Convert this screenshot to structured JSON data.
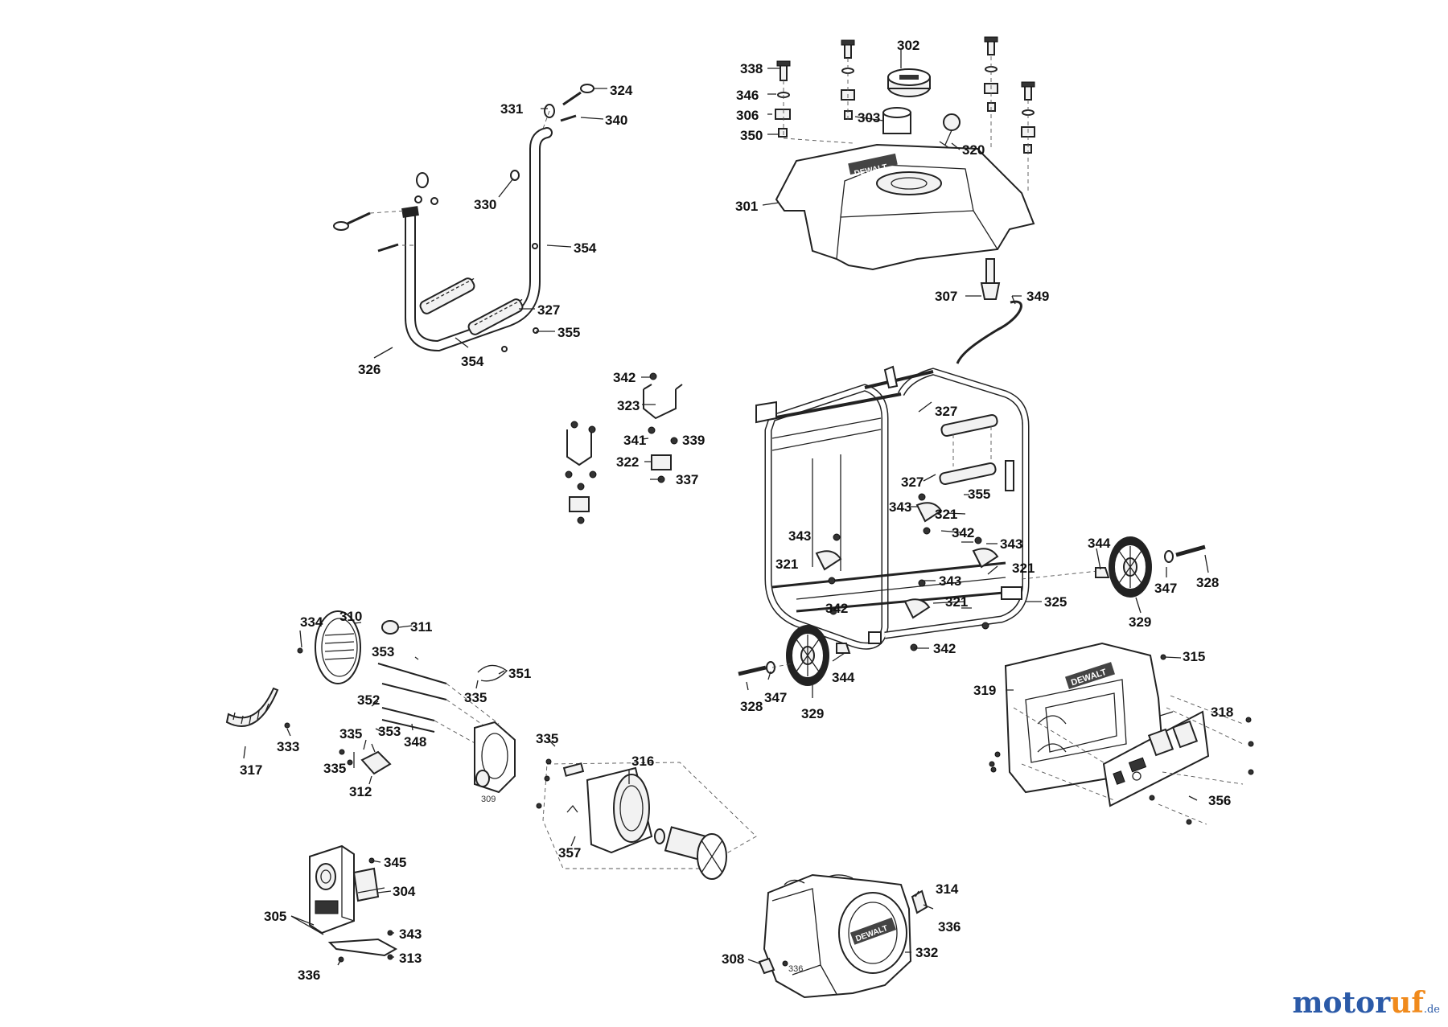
{
  "brand": {
    "name_a": "motor",
    "name_b": "uf",
    "name_c": ".de"
  },
  "logo_text": "DEWALT",
  "small_labels": {
    "s309": "309",
    "s336b": "336"
  },
  "callouts": [
    {
      "id": "338",
      "text": "338"
    },
    {
      "id": "302",
      "text": "302"
    },
    {
      "id": "346",
      "text": "346"
    },
    {
      "id": "306",
      "text": "306"
    },
    {
      "id": "303",
      "text": "303"
    },
    {
      "id": "350",
      "text": "350"
    },
    {
      "id": "320",
      "text": "320"
    },
    {
      "id": "301",
      "text": "301"
    },
    {
      "id": "307",
      "text": "307"
    },
    {
      "id": "349",
      "text": "349"
    },
    {
      "id": "324",
      "text": "324"
    },
    {
      "id": "331",
      "text": "331"
    },
    {
      "id": "340",
      "text": "340"
    },
    {
      "id": "330",
      "text": "330"
    },
    {
      "id": "354a",
      "text": "354"
    },
    {
      "id": "327a",
      "text": "327"
    },
    {
      "id": "355a",
      "text": "355"
    },
    {
      "id": "326",
      "text": "326"
    },
    {
      "id": "354b",
      "text": "354"
    },
    {
      "id": "342a",
      "text": "342"
    },
    {
      "id": "323",
      "text": "323"
    },
    {
      "id": "341",
      "text": "341"
    },
    {
      "id": "339",
      "text": "339"
    },
    {
      "id": "322",
      "text": "322"
    },
    {
      "id": "337",
      "text": "337"
    },
    {
      "id": "327b",
      "text": "327"
    },
    {
      "id": "327c",
      "text": "327"
    },
    {
      "id": "355b",
      "text": "355"
    },
    {
      "id": "343a",
      "text": "343"
    },
    {
      "id": "321a",
      "text": "321"
    },
    {
      "id": "342b",
      "text": "342"
    },
    {
      "id": "343b",
      "text": "343"
    },
    {
      "id": "343c",
      "text": "343"
    },
    {
      "id": "321b",
      "text": "321"
    },
    {
      "id": "321c",
      "text": "321"
    },
    {
      "id": "343d",
      "text": "343"
    },
    {
      "id": "321d",
      "text": "321"
    },
    {
      "id": "342c",
      "text": "342"
    },
    {
      "id": "325",
      "text": "325"
    },
    {
      "id": "342d",
      "text": "342"
    },
    {
      "id": "344a",
      "text": "344"
    },
    {
      "id": "347a",
      "text": "347"
    },
    {
      "id": "328a",
      "text": "328"
    },
    {
      "id": "329a",
      "text": "329"
    },
    {
      "id": "344b",
      "text": "344"
    },
    {
      "id": "347b",
      "text": "347"
    },
    {
      "id": "328b",
      "text": "328"
    },
    {
      "id": "329b",
      "text": "329"
    },
    {
      "id": "334",
      "text": "334"
    },
    {
      "id": "310",
      "text": "310"
    },
    {
      "id": "311",
      "text": "311"
    },
    {
      "id": "353a",
      "text": "353"
    },
    {
      "id": "351",
      "text": "351"
    },
    {
      "id": "335a",
      "text": "335"
    },
    {
      "id": "352",
      "text": "352"
    },
    {
      "id": "353b",
      "text": "353"
    },
    {
      "id": "335b",
      "text": "335"
    },
    {
      "id": "348",
      "text": "348"
    },
    {
      "id": "317",
      "text": "317"
    },
    {
      "id": "333",
      "text": "333"
    },
    {
      "id": "335c",
      "text": "335"
    },
    {
      "id": "312",
      "text": "312"
    },
    {
      "id": "335d",
      "text": "335"
    },
    {
      "id": "316",
      "text": "316"
    },
    {
      "id": "357",
      "text": "357"
    },
    {
      "id": "315",
      "text": "315"
    },
    {
      "id": "319",
      "text": "319"
    },
    {
      "id": "318",
      "text": "318"
    },
    {
      "id": "356",
      "text": "356"
    },
    {
      "id": "345",
      "text": "345"
    },
    {
      "id": "304",
      "text": "304"
    },
    {
      "id": "305",
      "text": "305"
    },
    {
      "id": "343e",
      "text": "343"
    },
    {
      "id": "313",
      "text": "313"
    },
    {
      "id": "336a",
      "text": "336"
    },
    {
      "id": "314",
      "text": "314"
    },
    {
      "id": "336b",
      "text": "336"
    },
    {
      "id": "308",
      "text": "308"
    },
    {
      "id": "332",
      "text": "332"
    }
  ]
}
